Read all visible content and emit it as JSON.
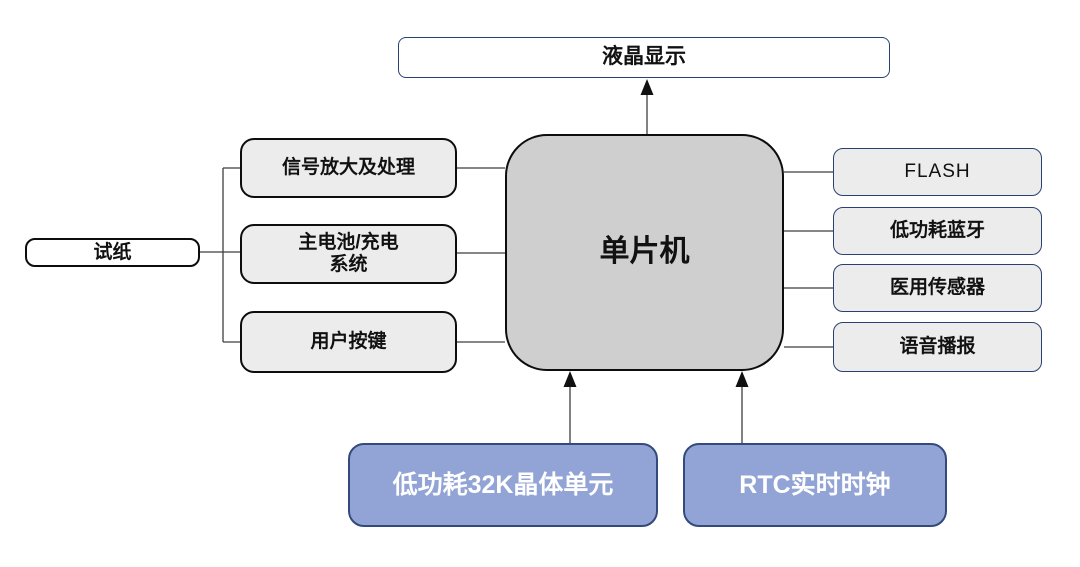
{
  "diagram": {
    "type": "block-diagram",
    "nodes": {
      "lcd": {
        "label": "液晶显示"
      },
      "mcu": {
        "label": "单片机"
      },
      "test_strip": {
        "label": "试纸"
      },
      "left": [
        {
          "label": "信号放大及处理"
        },
        {
          "label": "主电池/充电\n系统"
        },
        {
          "label": "用户按键"
        }
      ],
      "right": [
        {
          "label": "FLASH"
        },
        {
          "label": "低功耗蓝牙"
        },
        {
          "label": "医用传感器"
        },
        {
          "label": "语音播报"
        }
      ],
      "bottom": [
        {
          "label": "低功耗32K晶体单元"
        },
        {
          "label": "RTC实时时钟"
        }
      ]
    },
    "edges": [
      {
        "from": "单片机",
        "to": "液晶显示",
        "arrow": true
      },
      {
        "from": "试纸",
        "to": "信号放大及处理",
        "arrow": false
      },
      {
        "from": "试纸",
        "to": "主电池/充电系统",
        "arrow": false
      },
      {
        "from": "试纸",
        "to": "用户按键",
        "arrow": false
      },
      {
        "from": "信号放大及处理",
        "to": "单片机",
        "arrow": false
      },
      {
        "from": "主电池/充电系统",
        "to": "单片机",
        "arrow": false
      },
      {
        "from": "用户按键",
        "to": "单片机",
        "arrow": false
      },
      {
        "from": "单片机",
        "to": "FLASH",
        "arrow": false
      },
      {
        "from": "单片机",
        "to": "低功耗蓝牙",
        "arrow": false
      },
      {
        "from": "单片机",
        "to": "医用传感器",
        "arrow": false
      },
      {
        "from": "单片机",
        "to": "语音播报",
        "arrow": false
      },
      {
        "from": "低功耗32K晶体单元",
        "to": "单片机",
        "arrow": true
      },
      {
        "from": "RTC实时时钟",
        "to": "单片机",
        "arrow": true
      }
    ],
    "colors": {
      "gray_node_fill": "#ececec",
      "mcu_fill": "#cfcfcf",
      "blue_node_fill": "#92a4d5",
      "navy_border": "#2a4073",
      "black_border": "#0d0d0d",
      "connector_line": "#3f3f3f",
      "blue_node_text": "#ffffff"
    }
  }
}
